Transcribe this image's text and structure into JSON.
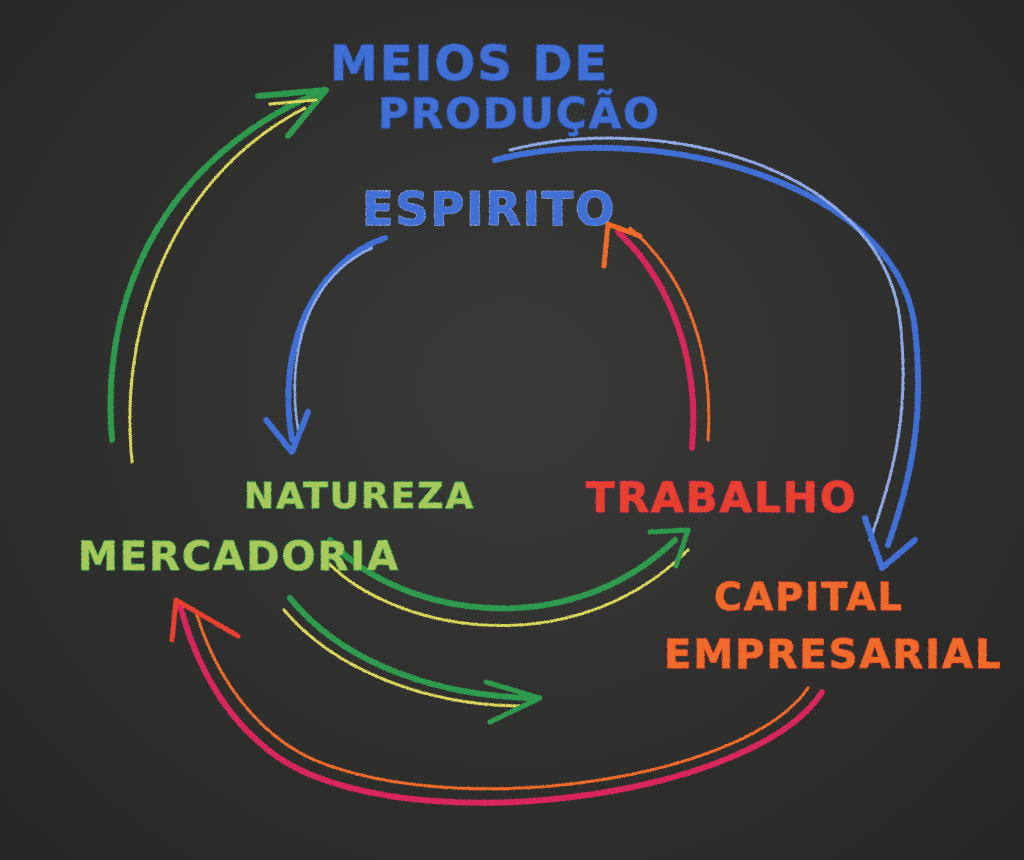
{
  "nodes": {
    "meios_line1": "MEIOS DE",
    "meios_line2": "PRODUÇÃO",
    "espirito": "ESPIRITO",
    "natureza": "NATUREZA",
    "mercadoria": "MERCADORIA",
    "trabalho": "TRABALHO",
    "capital_line1": "CAPITAL",
    "capital_line2": "EMPRESARIAL"
  },
  "colors": {
    "board": "#2f2f2e",
    "blue": "#3f6fd6",
    "blue_light": "#8fa9e6",
    "green": "#2e9a4e",
    "green_light": "#a6c95a",
    "yellow": "#d9d65a",
    "red": "#e8402e",
    "orange": "#f06a2a",
    "magenta": "#d8285a"
  },
  "arrows": [
    {
      "from": "mercadoria",
      "to": "meios_de_producao",
      "color": "green"
    },
    {
      "from": "meios_de_producao",
      "to": "capital_empresarial",
      "color": "blue"
    },
    {
      "from": "espirito",
      "to": "natureza",
      "color": "blue"
    },
    {
      "from": "trabalho",
      "to": "espirito",
      "color": "red"
    },
    {
      "from": "mercadoria",
      "to": "trabalho",
      "color": "green"
    },
    {
      "from": "mercadoria",
      "to": "bottom",
      "color": "green"
    },
    {
      "from": "capital_empresarial",
      "to": "mercadoria",
      "color": "red"
    }
  ]
}
